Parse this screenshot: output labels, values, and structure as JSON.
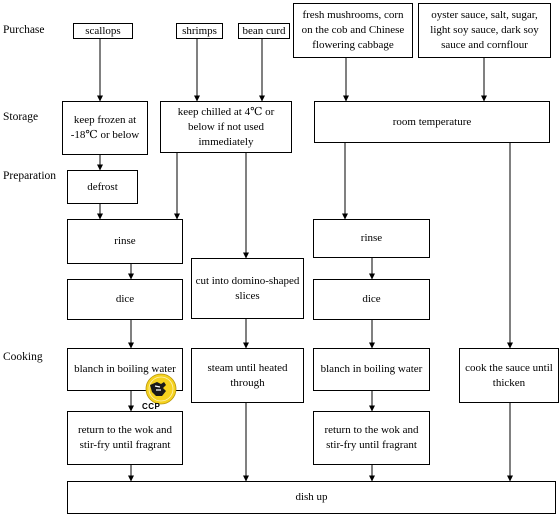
{
  "stages": {
    "purchase": "Purchase",
    "storage": "Storage",
    "preparation": "Preparation",
    "cooking": "Cooking"
  },
  "ingredients": {
    "scallops": "scallops",
    "shrimps": "shrimps",
    "bean_curd": "bean curd",
    "vegetables": "fresh mushrooms, corn on the cob and Chinese flowering cabbage",
    "seasonings": "oyster sauce, salt, sugar, light soy sauce, dark soy sauce and cornflour"
  },
  "storage": {
    "frozen": "keep frozen at -18℃ or below",
    "chilled": "keep chilled at 4℃ or below if not used immediately",
    "room": "room temperature"
  },
  "steps": {
    "defrost": "defrost",
    "rinse_left": "rinse",
    "dice_left": "dice",
    "blanch_left": "blanch in boiling water",
    "stirfry_left": "return to the wok and stir-fry until fragrant",
    "cut": "cut into domino-shaped slices",
    "steam": "steam until heated through",
    "rinse_right": "rinse",
    "dice_right": "dice",
    "blanch_right": "blanch in boiling water",
    "stirfry_right": "return to the wok and stir-fry until fragrant",
    "sauce": "cook the sauce until thicken",
    "dish_up": "dish up"
  },
  "ccp_mark": {
    "label": "CCP",
    "icon": "ccp-hand-icon",
    "fill": "#f5d21e"
  }
}
